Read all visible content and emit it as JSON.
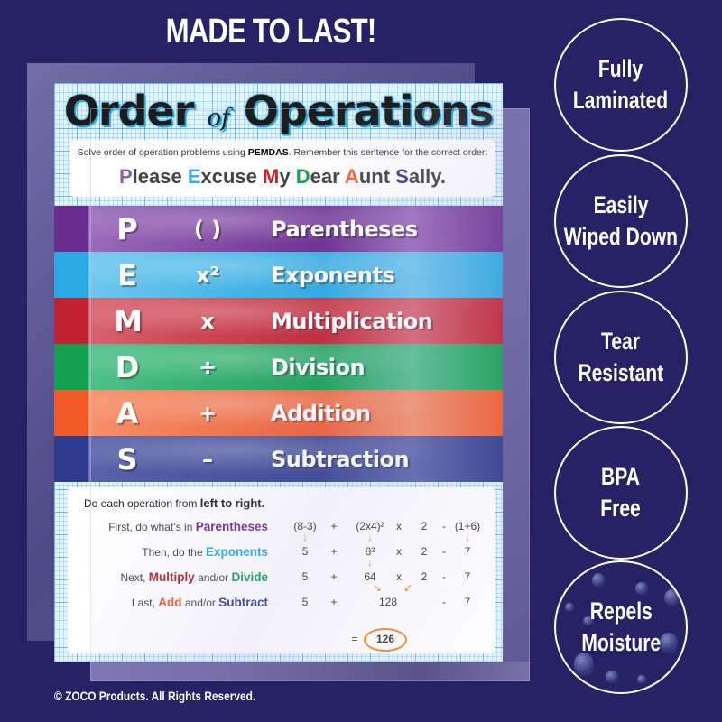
{
  "headline": "MADE TO LAST!",
  "poster": {
    "title": {
      "part1": "Order ",
      "of": "of",
      "part2": " Operations"
    },
    "intro": {
      "prefix": "Solve order of operation problems using ",
      "bold": "PEMDAS",
      "suffix": ". Remember this sentence for the correct order:"
    },
    "mnemonic": [
      {
        "initial": "P",
        "rest": "lease ",
        "color": "#8a5db0"
      },
      {
        "initial": "E",
        "rest": "xcuse ",
        "color": "#3fa9e6"
      },
      {
        "initial": "M",
        "rest": "y ",
        "color": "#c4232b"
      },
      {
        "initial": "D",
        "rest": "ear ",
        "color": "#14a04b"
      },
      {
        "initial": "A",
        "rest": "unt ",
        "color": "#f26530"
      },
      {
        "initial": "S",
        "rest": "ally.",
        "color": "#3b3d91"
      }
    ],
    "rows": [
      {
        "letter": "P",
        "symbol": "( )",
        "word": "Parentheses",
        "color": "#6b2d90",
        "light": "#9b6bbb"
      },
      {
        "letter": "E",
        "symbol": "x²",
        "word": "Exponents",
        "color": "#29a9e1",
        "light": "#6ec6ee"
      },
      {
        "letter": "M",
        "symbol": "x",
        "word": "Multiplication",
        "color": "#c0222f",
        "light": "#d7626e"
      },
      {
        "letter": "D",
        "symbol": "÷",
        "word": "Division",
        "color": "#13a052",
        "light": "#4fc08a"
      },
      {
        "letter": "A",
        "symbol": "+",
        "word": "Addition",
        "color": "#f05a29",
        "light": "#f5906a"
      },
      {
        "letter": "S",
        "symbol": "–",
        "word": "Subtraction",
        "color": "#2e3a8b",
        "light": "#5a64aa"
      }
    ],
    "instructions": {
      "prefix": "Do each operation from ",
      "bold": "left to right."
    },
    "steps": [
      {
        "prefix": "First, do what’s in ",
        "keyword": "Parentheses",
        "keyword_color": "#6b2d90",
        "mid": "",
        "keyword2": "",
        "keyword2_color": "",
        "expr": [
          "(8-3)",
          "+",
          "(2x4)²",
          "x",
          "2",
          "-",
          "(1+6)"
        ]
      },
      {
        "prefix": "Then, do the ",
        "keyword": "Exponents",
        "keyword_color": "#29a9e1",
        "mid": "",
        "keyword2": "",
        "keyword2_color": "",
        "expr": [
          "5",
          "+",
          "8²",
          "x",
          "2",
          "-",
          "7"
        ]
      },
      {
        "prefix": "Next, ",
        "keyword": "Multiply",
        "keyword_color": "#c0222f",
        "mid": " and/or ",
        "keyword2": "Divide",
        "keyword2_color": "#13a052",
        "expr": [
          "5",
          "+",
          "64",
          "x",
          "2",
          "-",
          "7"
        ]
      },
      {
        "prefix": "Last, ",
        "keyword": "Add",
        "keyword_color": "#f05a29",
        "mid": " and/or ",
        "keyword2": "Subtract",
        "keyword2_color": "#2e3a8b",
        "expr": [
          "5",
          "+",
          "128",
          "-",
          "7"
        ]
      }
    ],
    "result": {
      "equals": "=",
      "value": "126"
    }
  },
  "features": [
    {
      "line1": "Fully",
      "line2": "Laminated"
    },
    {
      "line1": "Easily",
      "line2": "Wiped Down"
    },
    {
      "line1": "Tear",
      "line2": "Resistant"
    },
    {
      "line1": "BPA",
      "line2": "Free"
    },
    {
      "line1": "Repels",
      "line2": "Moisture"
    }
  ],
  "copyright": "© ZOCO Products. All Rights Reserved.",
  "colors": {
    "background": "#262265",
    "accent_orange": "#f08a24",
    "grid_blue": "#28a8e0"
  }
}
